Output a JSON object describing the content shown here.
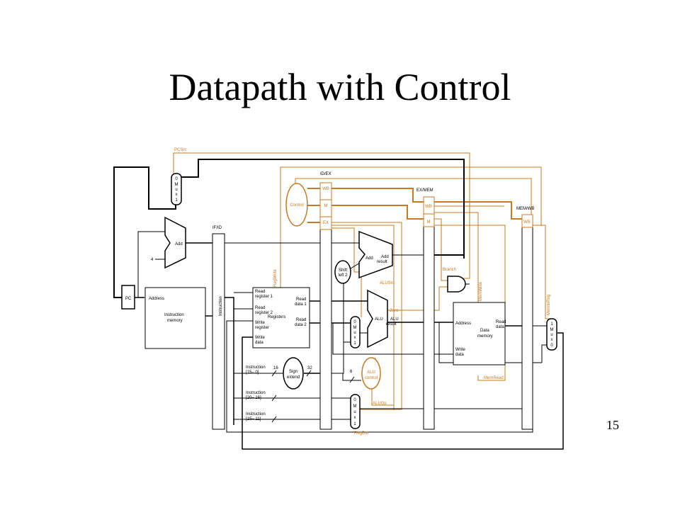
{
  "title": "Datapath with Control",
  "page_number": "15",
  "colors": {
    "control": "#c87a1e",
    "data": "#000000"
  },
  "pipeline_registers": {
    "if_id": "IF/ID",
    "id_ex": "ID/EX",
    "ex_mem": "EX/MEM",
    "mem_wb": "MEM/WB"
  },
  "stage_fields": {
    "wb": "WB",
    "m": "M",
    "ex": "EX"
  },
  "control_signals": {
    "pcsrc": "PCSrc",
    "regwrite": "RegWrite",
    "alusrc": "ALUSrc",
    "branch": "Branch",
    "memwrite": "MemWrite",
    "memtoreg": "MemtoReg",
    "memread": "MemRead",
    "aluop": "ALUOp",
    "regdst": "RegDst",
    "zero": "Zero"
  },
  "blocks": {
    "control": "Control",
    "pc": "PC",
    "add": "Add",
    "add_result_line1": "Add",
    "add_result_line2": "result",
    "shift_left_line1": "Shift",
    "shift_left_line2": "left 2",
    "alu": "ALU",
    "alu_result_line1": "ALU",
    "alu_result_line2": "result",
    "sign_extend_line1": "Sign",
    "sign_extend_line2": "extend",
    "alu_control_line1": "ALU",
    "alu_control_line2": "control",
    "four": "4"
  },
  "instruction_memory": {
    "address": "Address",
    "name_line1": "Instruction",
    "name_line2": "memory",
    "instruction": "Instruction"
  },
  "registers": {
    "read_register_1": [
      "Read",
      "register 1"
    ],
    "read_register_2": [
      "Read",
      "register 2"
    ],
    "write_register": [
      "Write",
      "register"
    ],
    "write_data": [
      "Write",
      "data"
    ],
    "read_data_1": [
      "Read",
      "data 1"
    ],
    "read_data_2": [
      "Read",
      "data 2"
    ],
    "name": "Registers"
  },
  "data_memory": {
    "address": "Address",
    "read_data": [
      "Read",
      "data"
    ],
    "name": [
      "Data",
      "memory"
    ],
    "write_data": [
      "Write",
      "data"
    ]
  },
  "instruction_fields": {
    "imm": [
      "Instruction",
      "[15– 0]"
    ],
    "rt": [
      "Instruction",
      "[20– 16]"
    ],
    "rd": [
      "Instruction",
      "[15– 11]"
    ]
  },
  "bit_widths": {
    "in": "16",
    "out": "32",
    "funct": "6"
  },
  "mux_letters": [
    "M",
    "u",
    "x"
  ],
  "mux_inputs": {
    "zero": "0",
    "one": "1"
  }
}
